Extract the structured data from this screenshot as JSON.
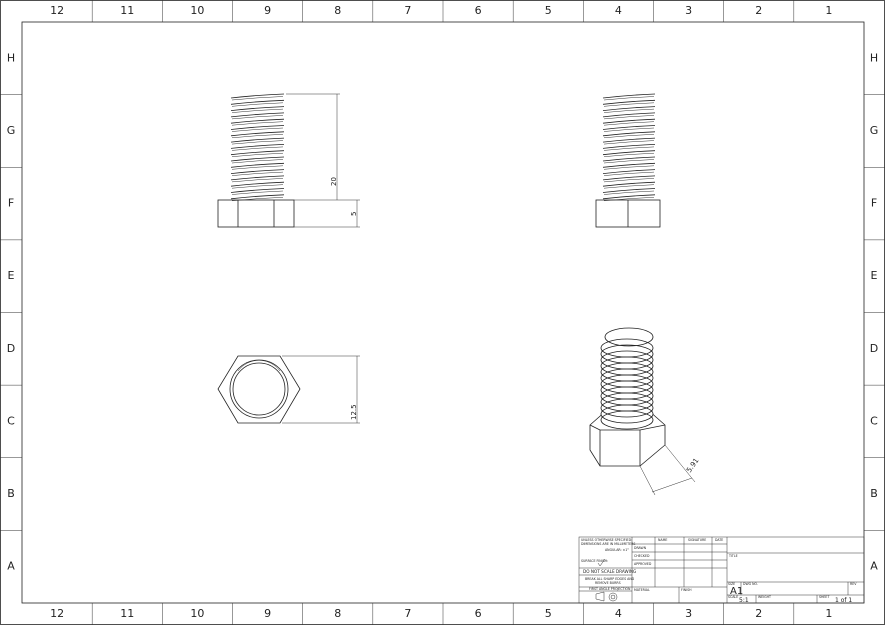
{
  "sheet": {
    "columns": [
      "12",
      "11",
      "10",
      "9",
      "8",
      "7",
      "6",
      "5",
      "4",
      "3",
      "2",
      "1"
    ],
    "rows": [
      "H",
      "G",
      "F",
      "E",
      "D",
      "C",
      "B",
      "A"
    ]
  },
  "dimensions": {
    "thread_length": "20",
    "head_height": "5",
    "across_corners": "12.5",
    "iso_dim": "5.91"
  },
  "title_block": {
    "tolerance_note_1": "UNLESS OTHERWISE SPECIFIED:",
    "tolerance_note_2": "DIMENSIONS ARE IN MILLIMETERS",
    "angular": "ANGULAR: ±1°",
    "surface_finish": "SURFACE FINISH:",
    "do_not_scale": "DO NOT SCALE DRAWING",
    "break_edges_1": "BREAK ALL SHARP EDGES AND",
    "break_edges_2": "REMOVE BURRS",
    "projection": "FIRST ANGLE PROJECTION",
    "name": "NAME",
    "signature": "SIGNATURE",
    "date": "DATE",
    "drawn": "DRAWN",
    "checked": "CHECKED",
    "approved": "APPROVED",
    "material": "MATERIAL",
    "finish": "FINISH",
    "title": "TITLE",
    "size_label": "SIZE",
    "size": "A1",
    "dwg_no": "DWG NO.",
    "rev": "REV",
    "scale_label": "SCALE",
    "scale": "5:1",
    "weight": "WEIGHT",
    "sheet_label": "SHEET",
    "sheet": "1 of 1"
  }
}
